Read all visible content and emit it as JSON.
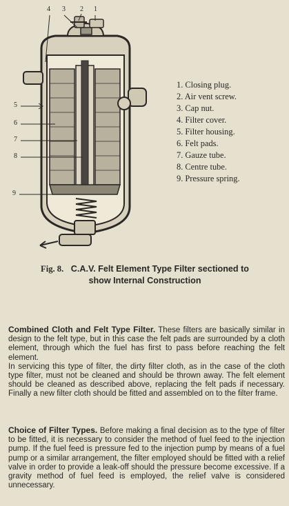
{
  "figure": {
    "callouts": [
      "1",
      "2",
      "3",
      "4",
      "5",
      "6",
      "7",
      "8",
      "9"
    ],
    "parts": [
      "1. Closing plug.",
      "2. Air vent screw.",
      "3. Cap nut.",
      "4. Filter cover.",
      "5. Filter housing.",
      "6. Felt pads.",
      "7. Gauze tube.",
      "8. Centre tube.",
      "9. Pressure spring."
    ],
    "caption_fig": "Fig. 8.",
    "caption_line1": "C.A.V. Felt Element Type Filter sectioned to",
    "caption_line2": "show Internal Construction"
  },
  "sections": {
    "combined": {
      "heading": "Combined Cloth and Felt Type Filter.",
      "para1": "These filters are basically similar in design to the felt type, but in this case the felt pads are surrounded by a cloth element, through which the fuel has first to pass before reaching the felt element.",
      "para2": "In servicing this type of filter, the dirty filter cloth, as in the case of the cloth type filter, must not be cleaned and should be thrown away. The felt element should be cleaned as described above, replacing the felt pads if necessary. Finally a new filter cloth should be fitted and assembled on to the filter frame."
    },
    "choice": {
      "heading": "Choice of Filter Types.",
      "para1": "Before making a final decision as to the type of filter to be fitted, it is necessary to consider the method of fuel feed to the injection pump. If the fuel feed is pressure fed to the injection pump by means of a fuel pump or a similar arrangement, the filter employed should be fitted with a relief valve in order to provide a leak-off should the pressure become excessive. If a gravity method of fuel feed is employed, the relief valve is considered unnecessary."
    }
  }
}
